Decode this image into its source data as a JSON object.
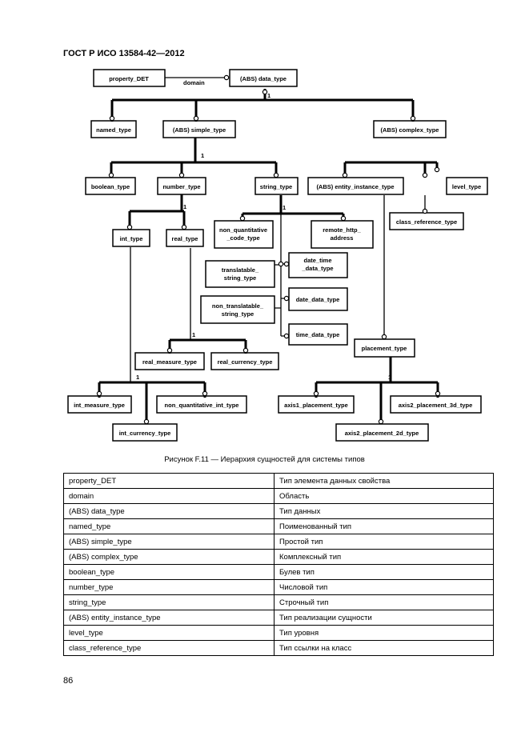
{
  "header": {
    "standard": "ГОСТ Р ИСО 13584-42—2012"
  },
  "diagram": {
    "nodes": {
      "property_det": "property_DET",
      "data_type": "(ABS) data_type",
      "named_type": "named_type",
      "simple_type": "(ABS) simple_type",
      "complex_type": "(ABS) complex_type",
      "boolean_type": "boolean_type",
      "number_type": "number_type",
      "string_type": "string_type",
      "entity_instance_type": "(ABS) entity_instance_type",
      "level_type": "level_type",
      "class_reference_type": "class_reference_type",
      "non_quantitative_code_type_1": "non_quantitative",
      "non_quantitative_code_type_2": "_code_type",
      "remote_http_address_1": "remote_http_",
      "remote_http_address_2": "address",
      "int_type": "int_type",
      "real_type": "real_type",
      "translatable_string_type_1": "translatable_",
      "translatable_string_type_2": "string_type",
      "non_translatable_string_type_1": "non_translatable_",
      "non_translatable_string_type_2": "string_type",
      "date_time_data_type_1": "date_time",
      "date_time_data_type_2": "_data_type",
      "date_data_type": "date_data_type",
      "time_data_type": "time_data_type",
      "real_measure_type": "real_measure_type",
      "real_currency_type": "real_currency_type",
      "placement_type": "placement_type",
      "int_measure_type": "int_measure_type",
      "non_quantitative_int_type": "non_quantitative_int_type",
      "int_currency_type": "int_currency_type",
      "axis1_placement_type": "axis1_placement_type",
      "axis2_placement_3d_type": "axis2_placement_3d_type",
      "axis2_placement_2d_type": "axis2_placement_2d_type"
    },
    "relation_label": "domain",
    "cardinality": "1"
  },
  "caption": "Рисунок F.11 — Иерархия сущностей для системы типов",
  "terms": [
    {
      "en": "property_DET",
      "ru": "Тип элемента данных свойства"
    },
    {
      "en": "domain",
      "ru": "Область"
    },
    {
      "en": "(ABS) data_type",
      "ru": "Тип данных"
    },
    {
      "en": "named_type",
      "ru": "Поименованный тип"
    },
    {
      "en": "(ABS) simple_type",
      "ru": "Простой тип"
    },
    {
      "en": "(ABS) complex_type",
      "ru": "Комплексный тип"
    },
    {
      "en": "boolean_type",
      "ru": "Булев тип"
    },
    {
      "en": "number_type",
      "ru": "Числовой тип"
    },
    {
      "en": "string_type",
      "ru": "Строчный тип"
    },
    {
      "en": "(ABS) entity_instance_type",
      "ru": "Тип реализации сущности"
    },
    {
      "en": "level_type",
      "ru": "Тип уровня"
    },
    {
      "en": "class_reference_type",
      "ru": "Тип ссылки на класс"
    }
  ],
  "page_number": "86"
}
